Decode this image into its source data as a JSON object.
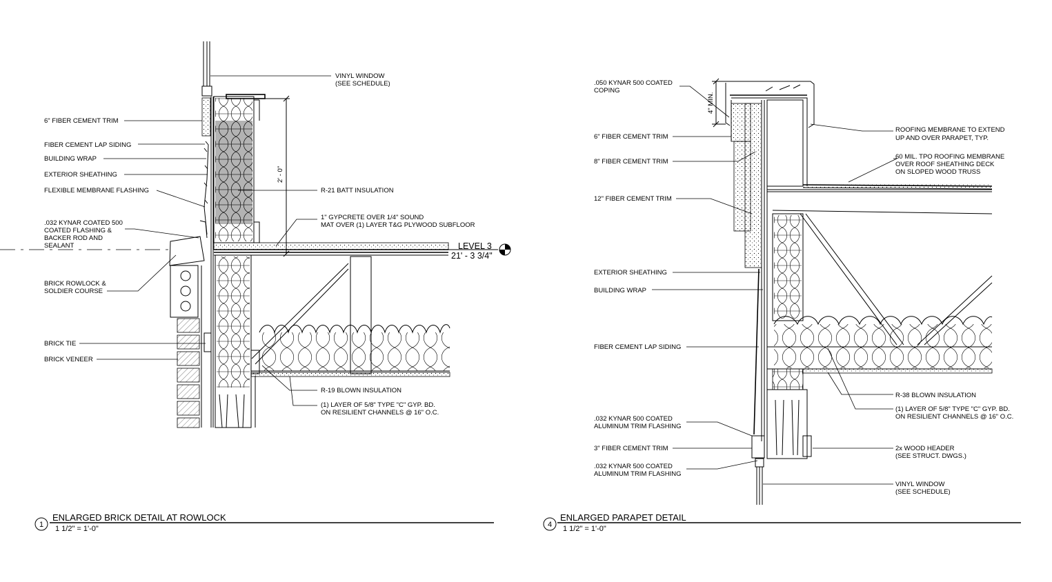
{
  "details": [
    {
      "number": "1",
      "title": "ENLARGED BRICK DETAIL AT ROWLOCK",
      "scale": "1 1/2\" = 1'-0\"",
      "level_marker": {
        "name": "LEVEL 3",
        "elevation": "21' - 3 3/4\""
      },
      "dimension": "2' - 0\"",
      "callouts": {
        "vinyl_window": [
          "VINYL WINDOW",
          "(SEE SCHEDULE)"
        ],
        "fiber_cement_trim_6": [
          "6\" FIBER CEMENT TRIM"
        ],
        "fiber_cement_lap_siding": [
          "FIBER CEMENT LAP SIDING"
        ],
        "building_wrap": [
          "BUILDING WRAP"
        ],
        "exterior_sheathing": [
          "EXTERIOR SHEATHING"
        ],
        "flexible_membrane_flashing": [
          "FLEXIBLE MEMBRANE FLASHING"
        ],
        "kynar_flashing": [
          ".032 KYNAR COATED 500",
          "COATED FLASHING &",
          "BACKER ROD AND",
          "SEALANT"
        ],
        "brick_rowlock": [
          "BRICK ROWLOCK &",
          "SOLDIER COURSE"
        ],
        "brick_tie": [
          "BRICK TIE"
        ],
        "brick_veneer": [
          "BRICK VENEER"
        ],
        "r21_batt": [
          "R-21 BATT INSULATION"
        ],
        "gypcrete": [
          "1\" GYPCRETE OVER 1/4\" SOUND",
          "MAT OVER (1) LAYER T&G PLYWOOD SUBFLOOR"
        ],
        "r19_blown": [
          "R-19 BLOWN INSULATION"
        ],
        "gyp_board": [
          "(1) LAYER OF 5/8\" TYPE \"C\" GYP. BD.",
          "ON RESILIENT CHANNELS @ 16\" O.C."
        ]
      }
    },
    {
      "number": "4",
      "title": "ENLARGED PARAPET DETAIL",
      "scale": "1 1/2\" = 1'-0\"",
      "dimension": "4\" MIN.",
      "callouts": {
        "coping": [
          ".050 KYNAR 500 COATED",
          "COPING"
        ],
        "fiber_cement_trim_6": [
          "6\" FIBER CEMENT TRIM"
        ],
        "fiber_cement_trim_8": [
          "8\" FIBER CEMENT TRIM"
        ],
        "fiber_cement_trim_12": [
          "12\" FIBER CEMENT TRIM"
        ],
        "exterior_sheathing": [
          "EXTERIOR SHEATHING"
        ],
        "building_wrap": [
          "BUILDING WRAP"
        ],
        "fiber_cement_lap_siding": [
          "FIBER CEMENT LAP SIDING"
        ],
        "kynar_trim_flashing_a": [
          ".032 KYNAR 500 COATED",
          "ALUMINUM TRIM FLASHING"
        ],
        "fiber_cement_trim_3": [
          "3\" FIBER CEMENT TRIM"
        ],
        "kynar_trim_flashing_b": [
          ".032 KYNAR 500 COATED",
          "ALUMINUM TRIM FLASHING"
        ],
        "roofing_membrane": [
          "ROOFING MEMBRANE TO EXTEND",
          "UP AND OVER PARAPET, TYP."
        ],
        "tpo_membrane": [
          "60 MIL. TPO ROOFING MEMBRANE",
          "OVER ROOF SHEATHING DECK",
          "ON SLOPED WOOD TRUSS"
        ],
        "r38_blown": [
          "R-38 BLOWN INSULATION"
        ],
        "gyp_board": [
          "(1) LAYER OF 5/8\" TYPE \"C\" GYP. BD.",
          "ON RESILIENT CHANNELS @ 16\" O.C."
        ],
        "wood_header": [
          "2x WOOD HEADER",
          "(SEE STRUCT. DWGS.)"
        ],
        "vinyl_window": [
          "VINYL WINDOW",
          "(SEE SCHEDULE)"
        ]
      }
    }
  ]
}
